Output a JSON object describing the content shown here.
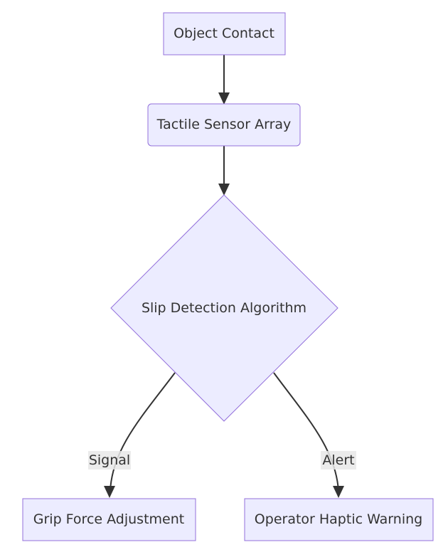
{
  "diagram": {
    "nodes": {
      "object_contact": {
        "label": "Object Contact",
        "shape": "rect"
      },
      "tactile_sensor_array": {
        "label": "Tactile Sensor Array",
        "shape": "rounded-rect"
      },
      "slip_detection_algorithm": {
        "label": "Slip Detection Algorithm",
        "shape": "diamond"
      },
      "grip_force_adjustment": {
        "label": "Grip Force Adjustment",
        "shape": "rect"
      },
      "operator_haptic_warning": {
        "label": "Operator Haptic Warning",
        "shape": "rect"
      }
    },
    "edges": [
      {
        "from": "object_contact",
        "to": "tactile_sensor_array",
        "label": ""
      },
      {
        "from": "tactile_sensor_array",
        "to": "slip_detection_algorithm",
        "label": ""
      },
      {
        "from": "slip_detection_algorithm",
        "to": "grip_force_adjustment",
        "label": "Signal"
      },
      {
        "from": "slip_detection_algorithm",
        "to": "operator_haptic_warning",
        "label": "Alert"
      }
    ],
    "colors": {
      "node_fill": "#ECECFF",
      "node_stroke": "#9370DB",
      "edge": "#333333",
      "text": "#333333",
      "edge_label_bg": "#e8e8e8"
    }
  }
}
